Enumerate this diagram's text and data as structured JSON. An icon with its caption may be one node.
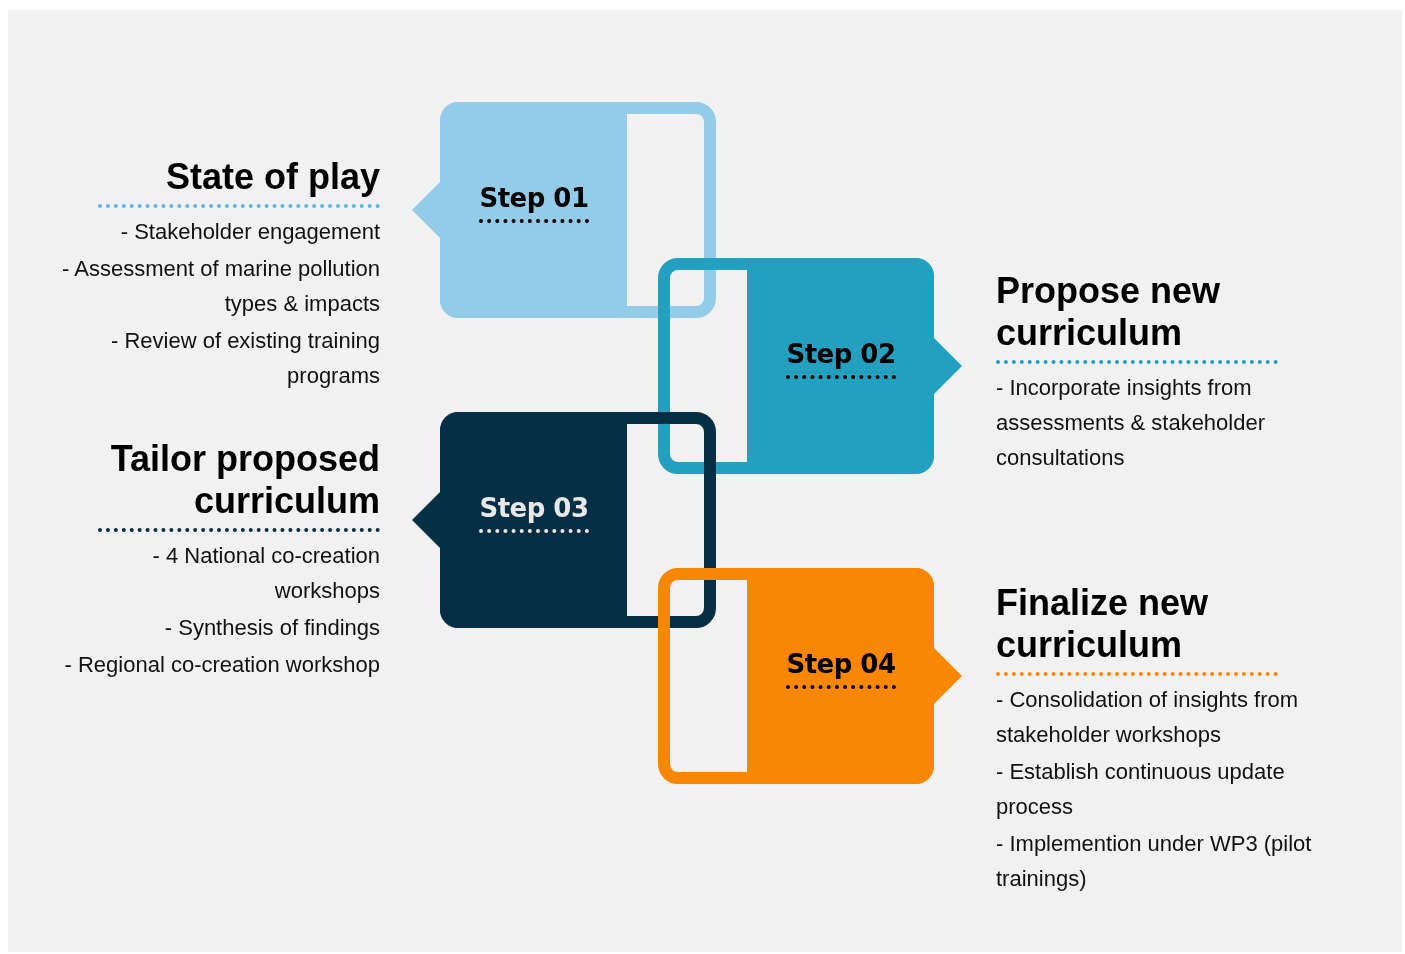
{
  "diagram": {
    "nodes": [
      {
        "text": [
          "Step 01"
        ],
        "beside": [
          "State of play",
          "- Stakeholder engagement",
          "- Assessment of marine pollution types & impacts",
          "- Review of existing training programs"
        ]
      },
      {
        "text": [
          "Step 02"
        ],
        "beside": [
          "Propose new curriculum",
          "- Incorporate insights from assessments & stakeholder consultations"
        ]
      },
      {
        "text": [
          "Step 03"
        ],
        "beside": [
          "Tailor proposed curriculum",
          "- 4 National co-creation workshops",
          "- Synthesis of findings",
          "- Regional co-creation workshop"
        ]
      },
      {
        "text": [
          "Step 04"
        ],
        "beside": [
          "Finalize new curriculum",
          "- Consolidation of insights from stakeholder workshops",
          "- Establish continuous update process",
          "- Implemention under WP3 (pilot trainings)"
        ]
      }
    ]
  }
}
